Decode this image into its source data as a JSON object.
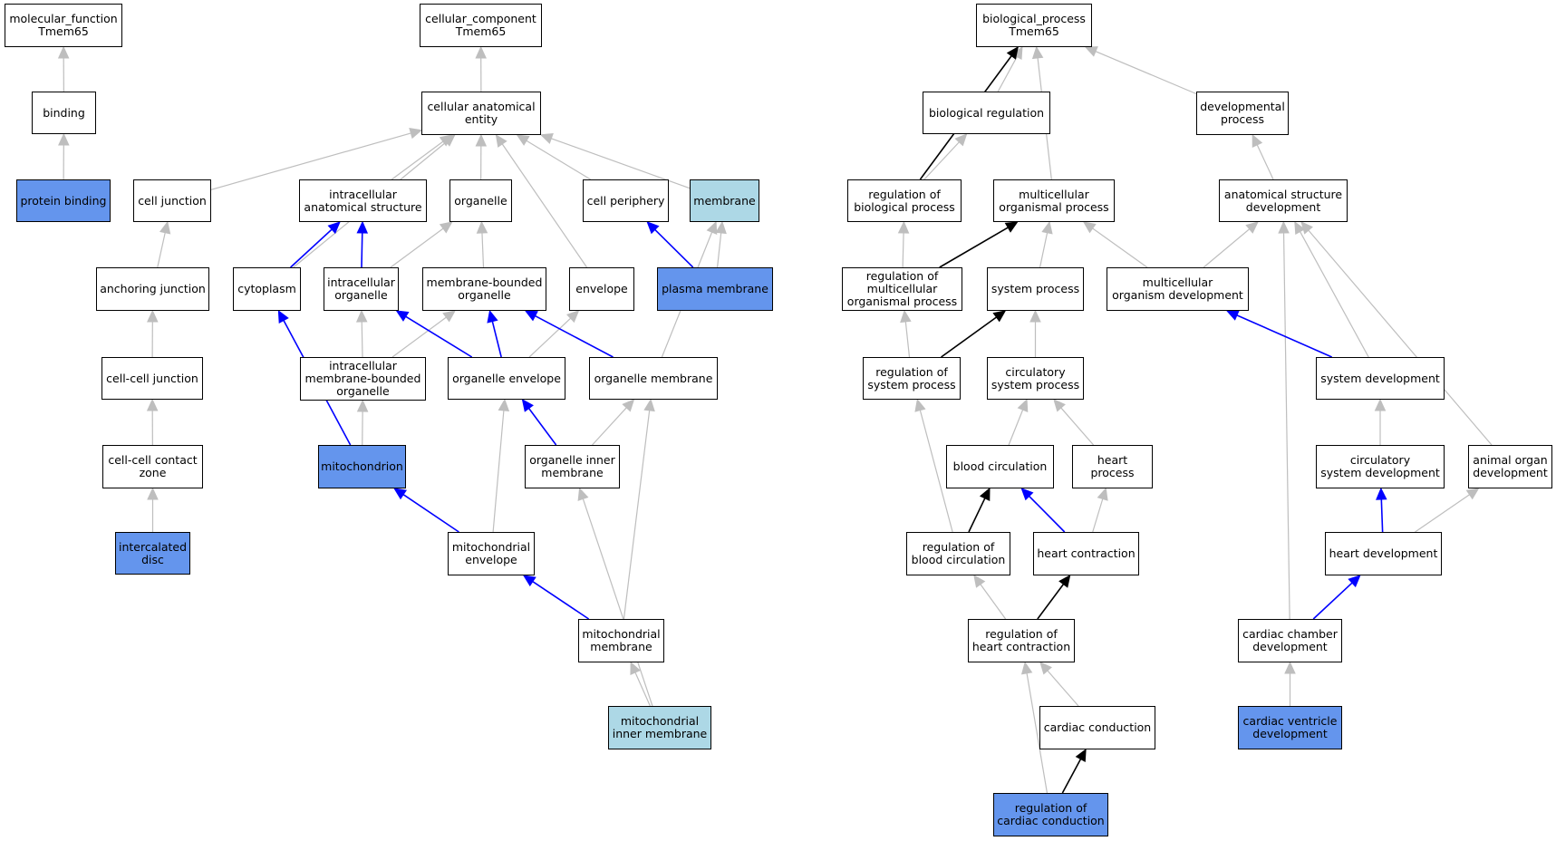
{
  "colors": {
    "gray_edge": "#bebebe",
    "blue_edge": "#0000ff",
    "black_edge": "#000000",
    "light_fill": "#add8e6",
    "blue_fill": "#6495ed",
    "white_fill": "#ffffff"
  },
  "nodes": {
    "mf_root": {
      "label": "molecular_function\nTmem65",
      "fill": "white"
    },
    "binding": {
      "label": "binding",
      "fill": "white"
    },
    "protein_binding": {
      "label": "protein binding",
      "fill": "blue"
    },
    "cc_root": {
      "label": "cellular_component\nTmem65",
      "fill": "white"
    },
    "cae": {
      "label": "cellular anatomical\nentity",
      "fill": "white"
    },
    "cell_junction": {
      "label": "cell junction",
      "fill": "white"
    },
    "ias": {
      "label": "intracellular\nanatomical structure",
      "fill": "white"
    },
    "organelle": {
      "label": "organelle",
      "fill": "white"
    },
    "cell_periphery": {
      "label": "cell periphery",
      "fill": "white"
    },
    "membrane": {
      "label": "membrane",
      "fill": "light"
    },
    "anchoring_junction": {
      "label": "anchoring junction",
      "fill": "white"
    },
    "cytoplasm": {
      "label": "cytoplasm",
      "fill": "white"
    },
    "intra_organelle": {
      "label": "intracellular\norganelle",
      "fill": "white"
    },
    "mbo": {
      "label": "membrane-bounded\norganelle",
      "fill": "white"
    },
    "envelope": {
      "label": "envelope",
      "fill": "white"
    },
    "plasma_membrane": {
      "label": "plasma membrane",
      "fill": "blue"
    },
    "cc_junction": {
      "label": "cell-cell junction",
      "fill": "white"
    },
    "imbo": {
      "label": "intracellular\nmembrane-bounded\norganelle",
      "fill": "white"
    },
    "org_envelope": {
      "label": "organelle envelope",
      "fill": "white"
    },
    "org_membrane": {
      "label": "organelle membrane",
      "fill": "white"
    },
    "ccc_zone": {
      "label": "cell-cell contact\nzone",
      "fill": "white"
    },
    "mitochondrion": {
      "label": "mitochondrion",
      "fill": "blue"
    },
    "org_inner_mem": {
      "label": "organelle inner\nmembrane",
      "fill": "white"
    },
    "intercalated_disc": {
      "label": "intercalated\ndisc",
      "fill": "blue"
    },
    "mito_envelope": {
      "label": "mitochondrial\nenvelope",
      "fill": "white"
    },
    "mito_membrane": {
      "label": "mitochondrial\nmembrane",
      "fill": "white"
    },
    "mito_inner_mem": {
      "label": "mitochondrial\ninner membrane",
      "fill": "light"
    },
    "bp_root": {
      "label": "biological_process\nTmem65",
      "fill": "white"
    },
    "bio_reg": {
      "label": "biological regulation",
      "fill": "white"
    },
    "dev_process": {
      "label": "developmental\nprocess",
      "fill": "white"
    },
    "reg_bio_proc": {
      "label": "regulation of\nbiological process",
      "fill": "white"
    },
    "multi_org_proc": {
      "label": "multicellular\norganismal process",
      "fill": "white"
    },
    "asd": {
      "label": "anatomical structure\ndevelopment",
      "fill": "white"
    },
    "reg_multi_org": {
      "label": "regulation of\nmulticellular\norganismal process",
      "fill": "white"
    },
    "system_process": {
      "label": "system process",
      "fill": "white"
    },
    "multi_org_dev": {
      "label": "multicellular\norganism development",
      "fill": "white"
    },
    "reg_sys_proc": {
      "label": "regulation of\nsystem process",
      "fill": "white"
    },
    "circ_sys_proc": {
      "label": "circulatory\nsystem process",
      "fill": "white"
    },
    "system_dev": {
      "label": "system development",
      "fill": "white"
    },
    "blood_circ": {
      "label": "blood circulation",
      "fill": "white"
    },
    "heart_process": {
      "label": "heart process",
      "fill": "white"
    },
    "circ_sys_dev": {
      "label": "circulatory\nsystem development",
      "fill": "white"
    },
    "animal_organ_dev": {
      "label": "animal organ\ndevelopment",
      "fill": "white"
    },
    "reg_blood_circ": {
      "label": "regulation of\nblood circulation",
      "fill": "white"
    },
    "heart_contraction": {
      "label": "heart contraction",
      "fill": "white"
    },
    "heart_dev": {
      "label": "heart development",
      "fill": "white"
    },
    "reg_heart_contr": {
      "label": "regulation of\nheart contraction",
      "fill": "white"
    },
    "cardiac_chamber_dev": {
      "label": "cardiac chamber\ndevelopment",
      "fill": "white"
    },
    "cardiac_conduction": {
      "label": "cardiac conduction",
      "fill": "white"
    },
    "cardiac_ventricle_dev": {
      "label": "cardiac ventricle\ndevelopment",
      "fill": "blue"
    },
    "reg_cardiac_cond": {
      "label": "regulation of\ncardiac conduction",
      "fill": "blue"
    }
  },
  "edges": [
    {
      "from": "binding",
      "to": "mf_root",
      "type": "gray"
    },
    {
      "from": "protein_binding",
      "to": "binding",
      "type": "gray"
    },
    {
      "from": "cae",
      "to": "cc_root",
      "type": "gray"
    },
    {
      "from": "cell_junction",
      "to": "cae",
      "type": "gray"
    },
    {
      "from": "ias",
      "to": "cae",
      "type": "gray"
    },
    {
      "from": "organelle",
      "to": "cae",
      "type": "gray"
    },
    {
      "from": "cell_periphery",
      "to": "cae",
      "type": "gray"
    },
    {
      "from": "membrane",
      "to": "cae",
      "type": "gray"
    },
    {
      "from": "cytoplasm",
      "to": "cae",
      "type": "gray"
    },
    {
      "from": "envelope",
      "to": "cae",
      "type": "gray"
    },
    {
      "from": "anchoring_junction",
      "to": "cell_junction",
      "type": "gray"
    },
    {
      "from": "cytoplasm",
      "to": "ias",
      "type": "blue"
    },
    {
      "from": "intra_organelle",
      "to": "ias",
      "type": "blue"
    },
    {
      "from": "intra_organelle",
      "to": "organelle",
      "type": "gray"
    },
    {
      "from": "mbo",
      "to": "organelle",
      "type": "gray"
    },
    {
      "from": "plasma_membrane",
      "to": "cell_periphery",
      "type": "blue"
    },
    {
      "from": "plasma_membrane",
      "to": "membrane",
      "type": "gray"
    },
    {
      "from": "org_membrane",
      "to": "membrane",
      "type": "gray"
    },
    {
      "from": "cc_junction",
      "to": "anchoring_junction",
      "type": "gray"
    },
    {
      "from": "mitochondrion",
      "to": "cytoplasm",
      "type": "blue"
    },
    {
      "from": "imbo",
      "to": "intra_organelle",
      "type": "gray"
    },
    {
      "from": "imbo",
      "to": "mbo",
      "type": "gray"
    },
    {
      "from": "org_envelope",
      "to": "intra_organelle",
      "type": "blue"
    },
    {
      "from": "org_envelope",
      "to": "mbo",
      "type": "blue"
    },
    {
      "from": "org_envelope",
      "to": "envelope",
      "type": "gray"
    },
    {
      "from": "org_membrane",
      "to": "mbo",
      "type": "blue"
    },
    {
      "from": "ccc_zone",
      "to": "cc_junction",
      "type": "gray"
    },
    {
      "from": "mitochondrion",
      "to": "imbo",
      "type": "gray"
    },
    {
      "from": "org_inner_mem",
      "to": "org_envelope",
      "type": "blue"
    },
    {
      "from": "org_inner_mem",
      "to": "org_membrane",
      "type": "gray"
    },
    {
      "from": "intercalated_disc",
      "to": "ccc_zone",
      "type": "gray"
    },
    {
      "from": "mito_envelope",
      "to": "mitochondrion",
      "type": "blue"
    },
    {
      "from": "mito_envelope",
      "to": "org_envelope",
      "type": "gray"
    },
    {
      "from": "mito_membrane",
      "to": "mito_envelope",
      "type": "blue"
    },
    {
      "from": "mito_membrane",
      "to": "org_membrane",
      "type": "gray"
    },
    {
      "from": "mito_inner_mem",
      "to": "mito_membrane",
      "type": "gray"
    },
    {
      "from": "mito_inner_mem",
      "to": "org_inner_mem",
      "type": "gray"
    },
    {
      "from": "bio_reg",
      "to": "bp_root",
      "type": "gray"
    },
    {
      "from": "reg_bio_proc",
      "to": "bp_root",
      "type": "black"
    },
    {
      "from": "multi_org_proc",
      "to": "bp_root",
      "type": "gray"
    },
    {
      "from": "dev_process",
      "to": "bp_root",
      "type": "gray"
    },
    {
      "from": "reg_bio_proc",
      "to": "bio_reg",
      "type": "gray"
    },
    {
      "from": "asd",
      "to": "dev_process",
      "type": "gray"
    },
    {
      "from": "reg_multi_org",
      "to": "reg_bio_proc",
      "type": "gray"
    },
    {
      "from": "reg_multi_org",
      "to": "multi_org_proc",
      "type": "black"
    },
    {
      "from": "system_process",
      "to": "multi_org_proc",
      "type": "gray"
    },
    {
      "from": "multi_org_dev",
      "to": "multi_org_proc",
      "type": "gray"
    },
    {
      "from": "multi_org_dev",
      "to": "asd",
      "type": "gray"
    },
    {
      "from": "system_dev",
      "to": "asd",
      "type": "gray"
    },
    {
      "from": "animal_organ_dev",
      "to": "asd",
      "type": "gray"
    },
    {
      "from": "cardiac_chamber_dev",
      "to": "asd",
      "type": "gray"
    },
    {
      "from": "reg_sys_proc",
      "to": "reg_multi_org",
      "type": "gray"
    },
    {
      "from": "reg_sys_proc",
      "to": "system_process",
      "type": "black"
    },
    {
      "from": "circ_sys_proc",
      "to": "system_process",
      "type": "gray"
    },
    {
      "from": "system_dev",
      "to": "multi_org_dev",
      "type": "blue"
    },
    {
      "from": "reg_blood_circ",
      "to": "reg_sys_proc",
      "type": "gray"
    },
    {
      "from": "blood_circ",
      "to": "circ_sys_proc",
      "type": "gray"
    },
    {
      "from": "heart_process",
      "to": "circ_sys_proc",
      "type": "gray"
    },
    {
      "from": "circ_sys_dev",
      "to": "system_dev",
      "type": "gray"
    },
    {
      "from": "reg_blood_circ",
      "to": "blood_circ",
      "type": "black"
    },
    {
      "from": "heart_contraction",
      "to": "blood_circ",
      "type": "blue"
    },
    {
      "from": "heart_contraction",
      "to": "heart_process",
      "type": "gray"
    },
    {
      "from": "heart_dev",
      "to": "circ_sys_dev",
      "type": "blue"
    },
    {
      "from": "heart_dev",
      "to": "animal_organ_dev",
      "type": "gray"
    },
    {
      "from": "reg_heart_contr",
      "to": "reg_blood_circ",
      "type": "gray"
    },
    {
      "from": "reg_heart_contr",
      "to": "heart_contraction",
      "type": "black"
    },
    {
      "from": "cardiac_chamber_dev",
      "to": "heart_dev",
      "type": "blue"
    },
    {
      "from": "cardiac_conduction",
      "to": "reg_heart_contr",
      "type": "gray"
    },
    {
      "from": "reg_cardiac_cond",
      "to": "reg_heart_contr",
      "type": "gray"
    },
    {
      "from": "reg_cardiac_cond",
      "to": "cardiac_conduction",
      "type": "black"
    },
    {
      "from": "cardiac_ventricle_dev",
      "to": "cardiac_chamber_dev",
      "type": "gray"
    }
  ]
}
